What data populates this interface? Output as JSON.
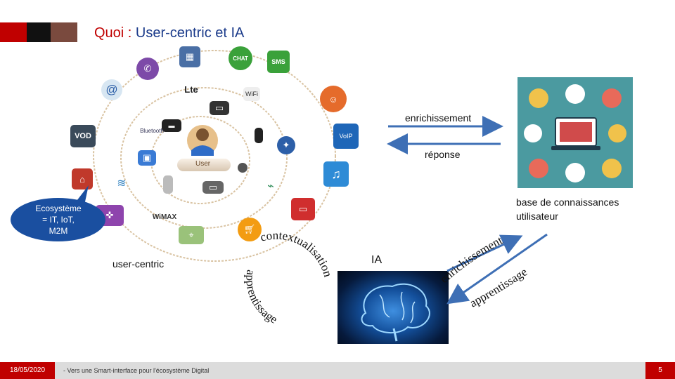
{
  "slide": {
    "title_prefix": "Quoi :",
    "title_main": " User-centric et IA"
  },
  "diagram": {
    "enrichment_label": "enrichissement",
    "response_label": "réponse",
    "knowledge_base_label": "base de connaissances utilisateur",
    "user_centric_label": "user-centric",
    "ia_label": "IA",
    "user_label": "User",
    "contextualisation_label": "contextualisation",
    "apprentissage_left_label": "apprentissage",
    "enrichissement_curved_label": "enrichissement",
    "apprentissage_right_label": "apprentissage",
    "ecosystem_bubble": {
      "line1": "Ecosystème",
      "line2": "= IT, IoT,",
      "line3": "M2M"
    },
    "icon_labels": {
      "vod": "VOD",
      "lte": "Lte",
      "sms": "SMS",
      "chat": "CHAT",
      "voip": "VoIP",
      "wimax": "WiMAX",
      "bluetooth": "Bluetooth",
      "wifi": "WiFi"
    },
    "colors": {
      "arrow": "#3e6fb5",
      "arc_text": "#111111",
      "title_main": "#1a3a8a",
      "title_prefix": "#c00000",
      "accent_red": "#c00000",
      "bubble": "#1a4fa0"
    }
  },
  "footer": {
    "date": "18/05/2020",
    "subtitle": "- Vers une Smart-interface pour l'écosystème Digital",
    "page_number": "5"
  }
}
